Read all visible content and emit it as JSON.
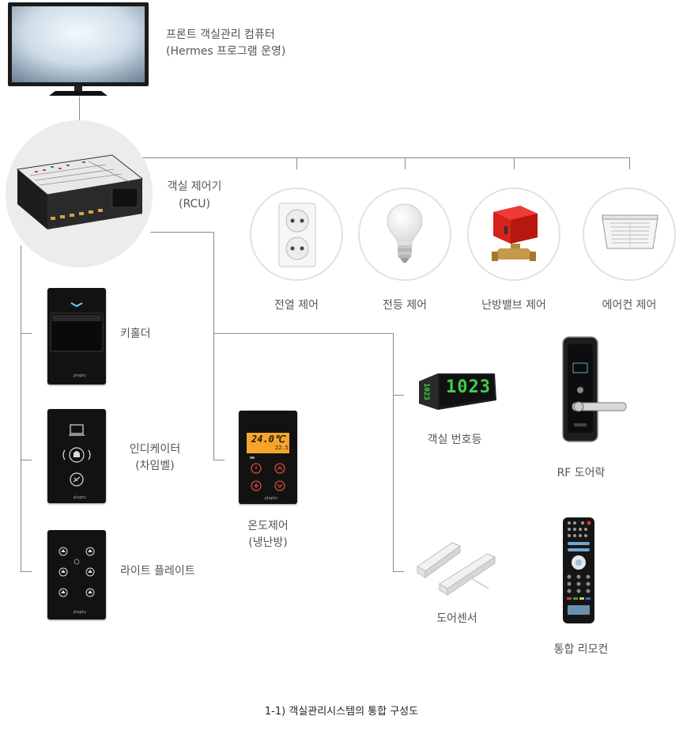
{
  "devices": {
    "pc": {
      "line1": "프론트 객실관리 컴퓨터",
      "line2": "(Hermes 프로그램 운영)"
    },
    "rcu": {
      "line1": "객실 제어기",
      "line2": "(RCU)"
    },
    "outlet": "전열 제어",
    "lighting": "전등 제어",
    "valve": "난방밸브 제어",
    "aircon": "에어컨 제어",
    "keyholder": "키홀더",
    "indicator": {
      "line1": "인디케이터",
      "line2": "(차임벨)"
    },
    "light_plate": "라이트 플레이트",
    "thermostat": {
      "line1": "온도제어",
      "line2": "(냉난방)"
    },
    "room_number": "객실 번호등",
    "rf_lock": "RF 도어락",
    "door_sensor": "도어센서",
    "remote": "통합 리모컨"
  },
  "display_text": {
    "room_number_value": "1023",
    "room_number_side": "1023",
    "thermostat_temp": "24.0℃",
    "thermostat_set": "22.5"
  },
  "icons": [
    "monitor-icon",
    "rcu-controller-icon",
    "power-outlet-icon",
    "light-bulb-icon",
    "heating-valve-icon",
    "air-conditioner-icon",
    "key-holder-icon",
    "chime-indicator-icon",
    "light-switch-plate-icon",
    "thermostat-icon",
    "room-number-display-icon",
    "door-lock-icon",
    "door-sensor-icon",
    "remote-control-icon"
  ],
  "caption": "1-1) 객실관리시스템의 통합 구성도"
}
